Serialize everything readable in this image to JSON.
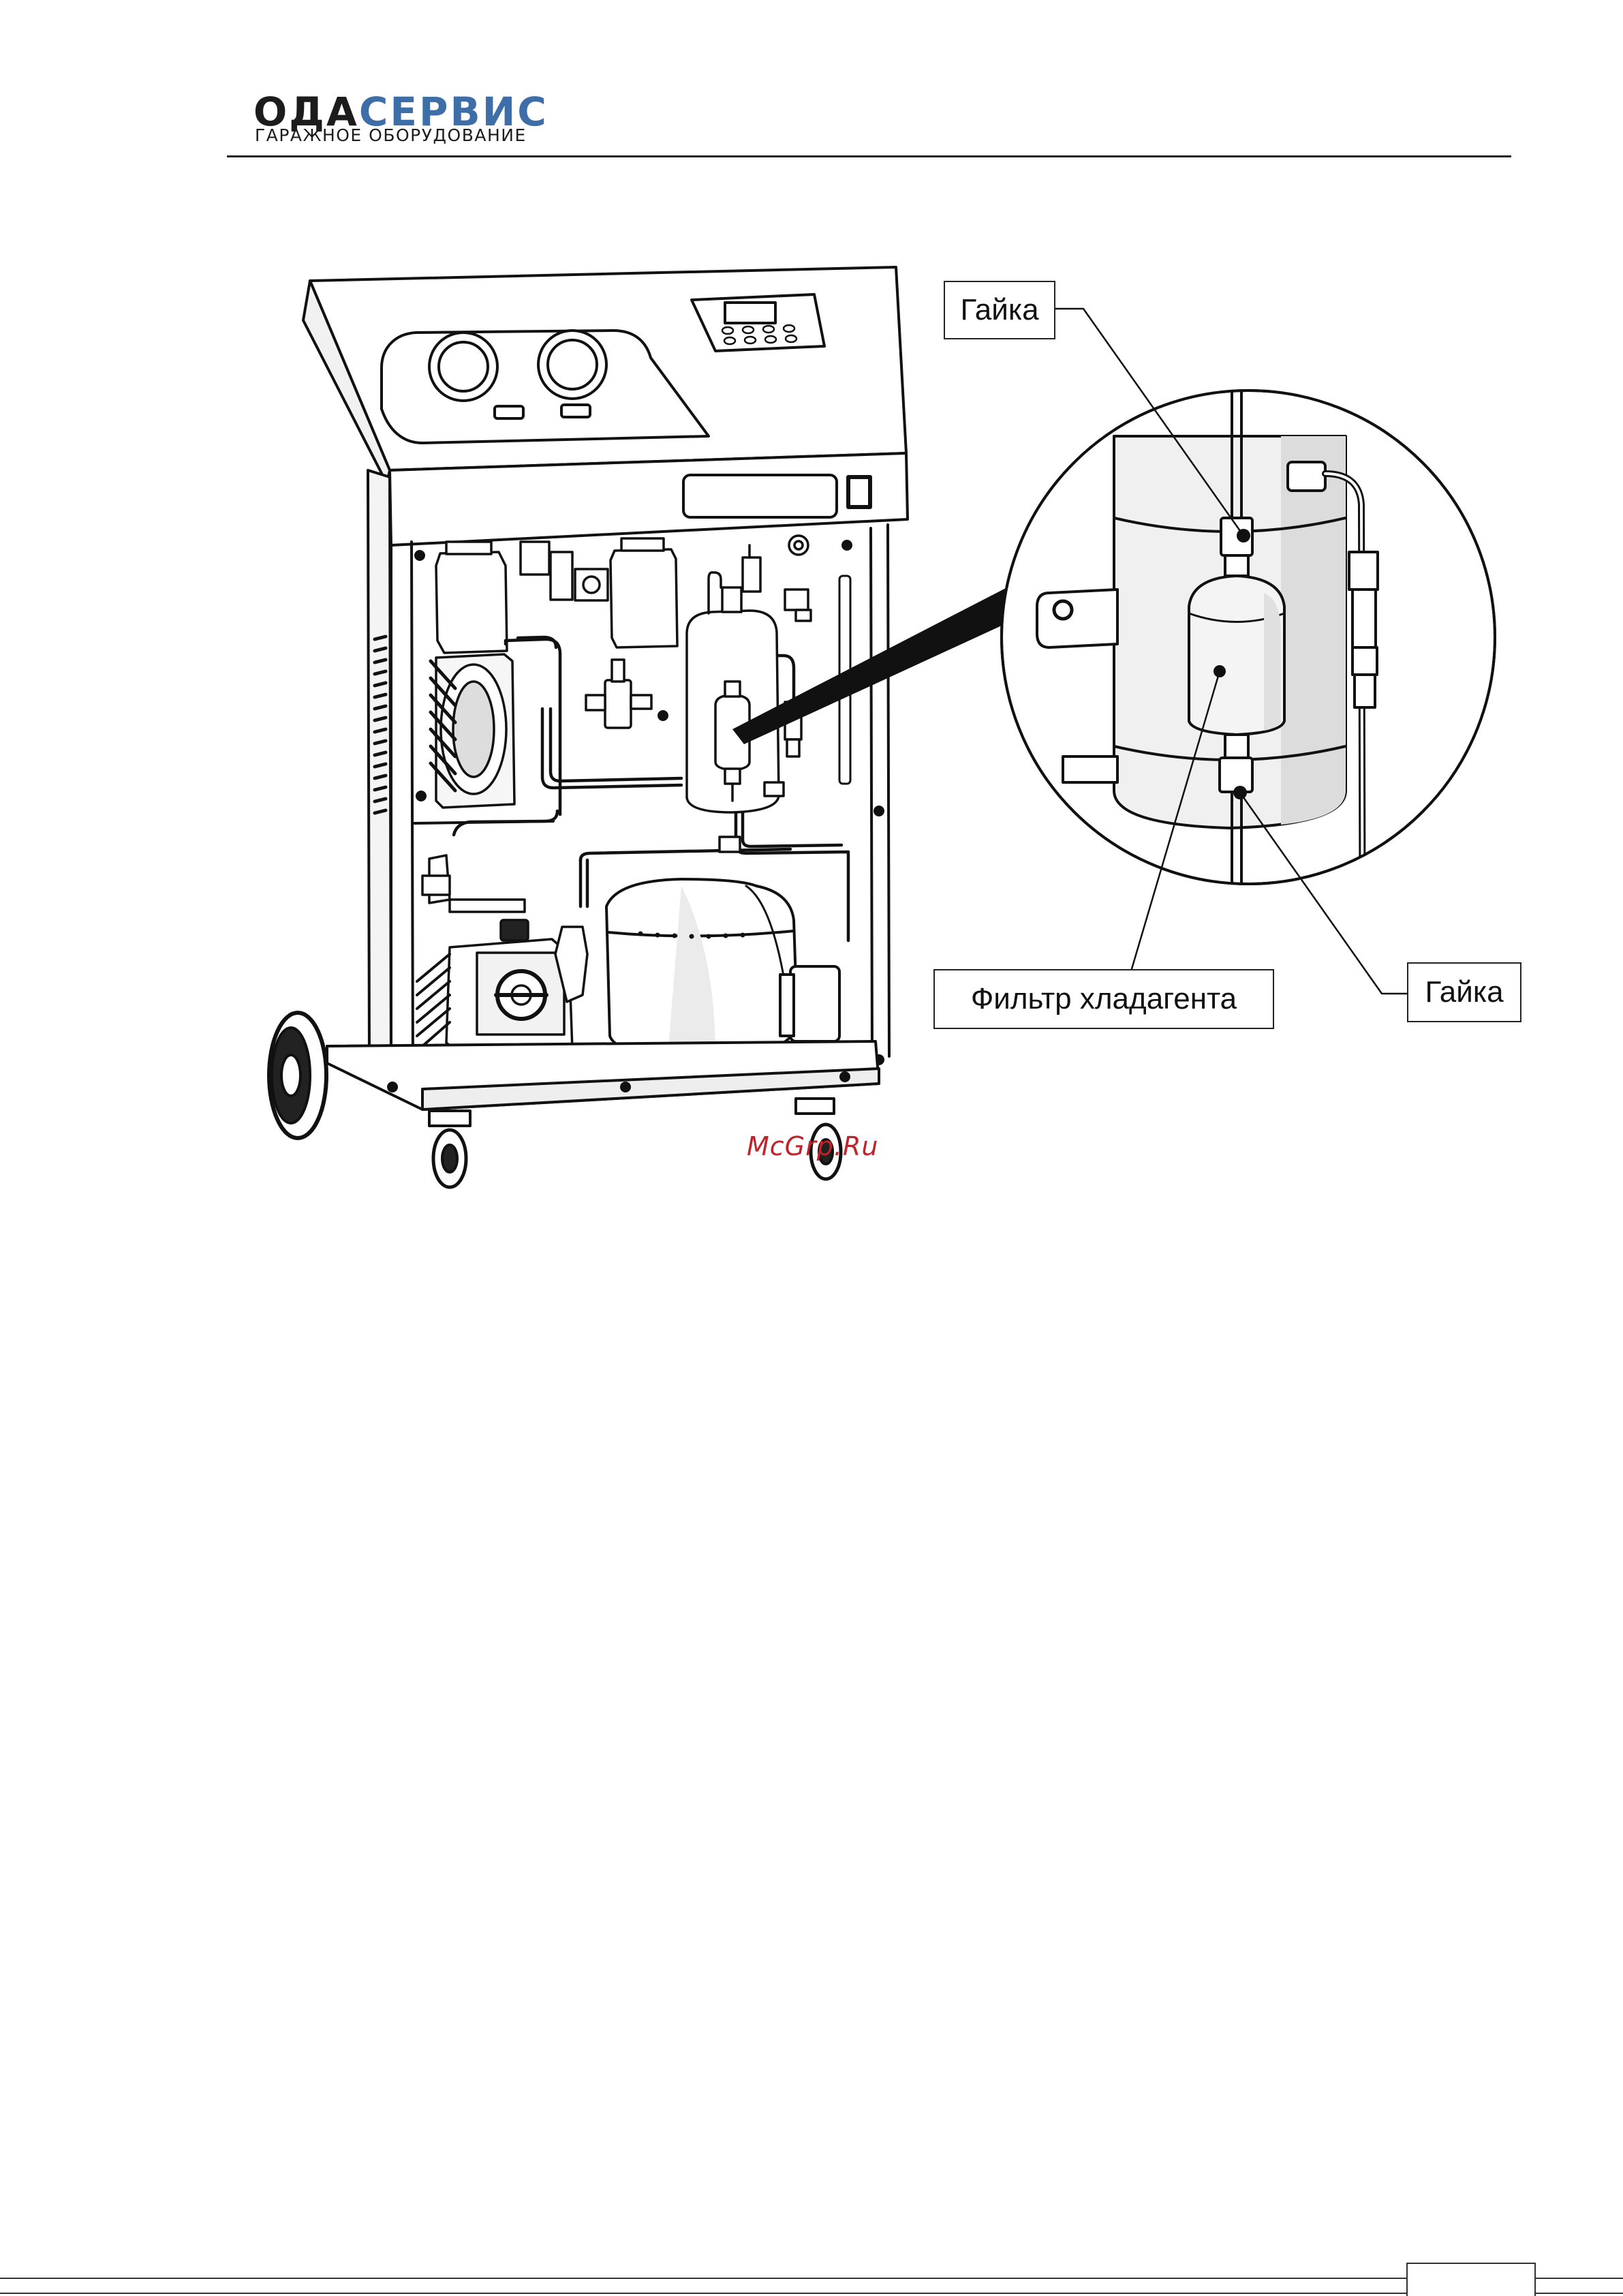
{
  "header": {
    "logo_dark": "ОДА",
    "logo_blue": "СЕРВИС",
    "logo_subtitle": "ГАРАЖНОЕ ОБОРУДОВАНИЕ",
    "colors": {
      "logo_dark": "#1c1c1c",
      "logo_blue": "#3d6ea8"
    }
  },
  "figure": {
    "callouts": {
      "nut_top": "Гайка",
      "filter": "Фильтр хладагента",
      "nut_bottom": "Гайка"
    },
    "watermark": "McGrp.Ru",
    "colors": {
      "watermark": "#c0242b"
    }
  }
}
